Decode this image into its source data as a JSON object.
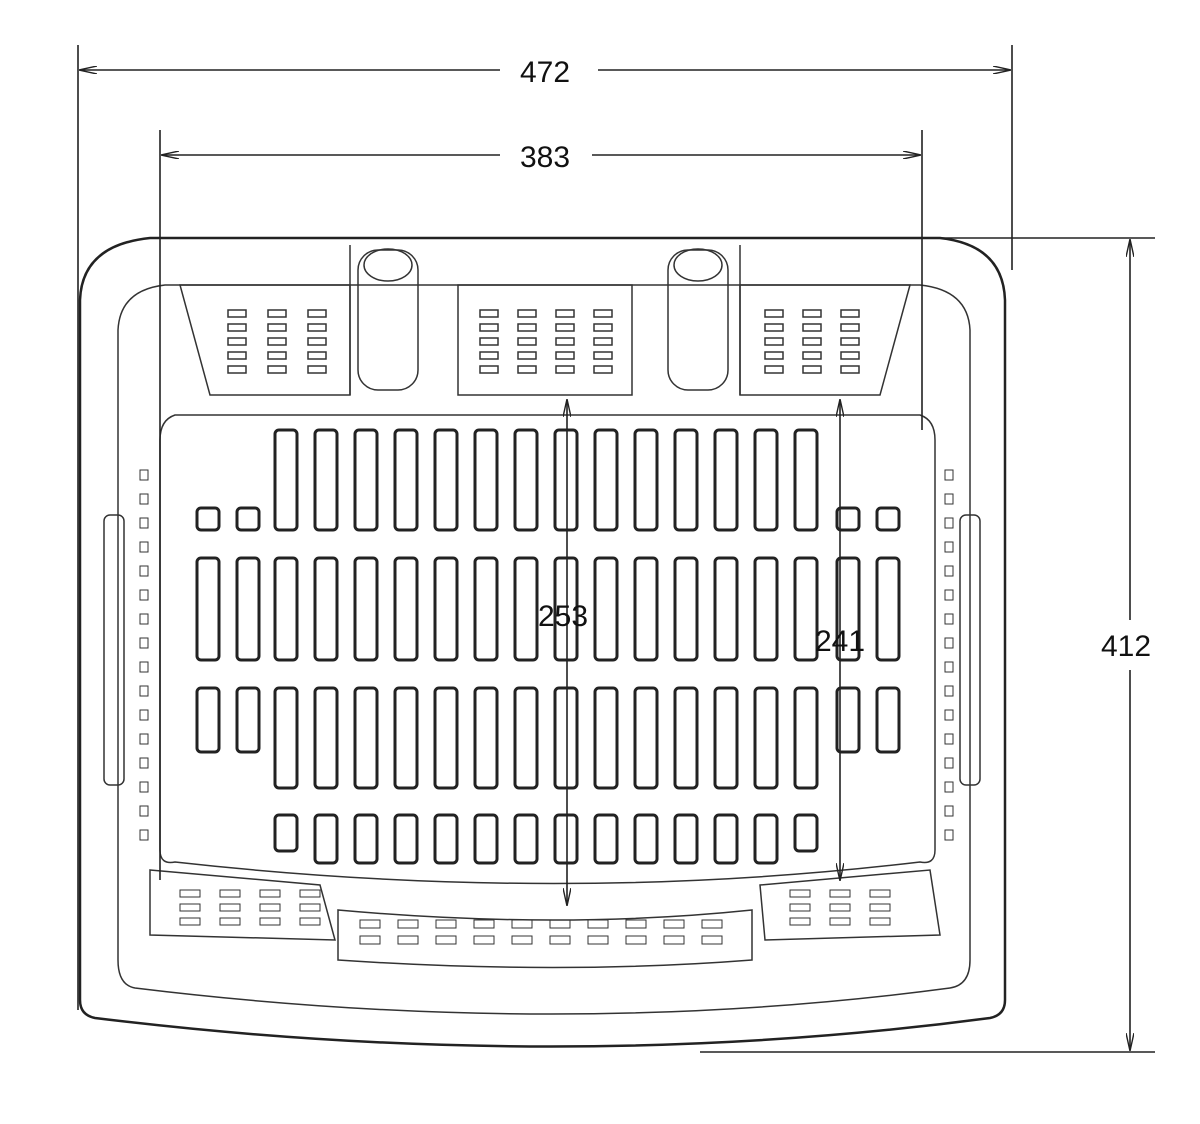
{
  "dimensions": {
    "overall_width": "472",
    "inner_width": "383",
    "overall_depth": "412",
    "inner_depth_center": "253",
    "inner_depth_side": "241"
  },
  "colors": {
    "line": "#222222",
    "background": "#ffffff"
  }
}
